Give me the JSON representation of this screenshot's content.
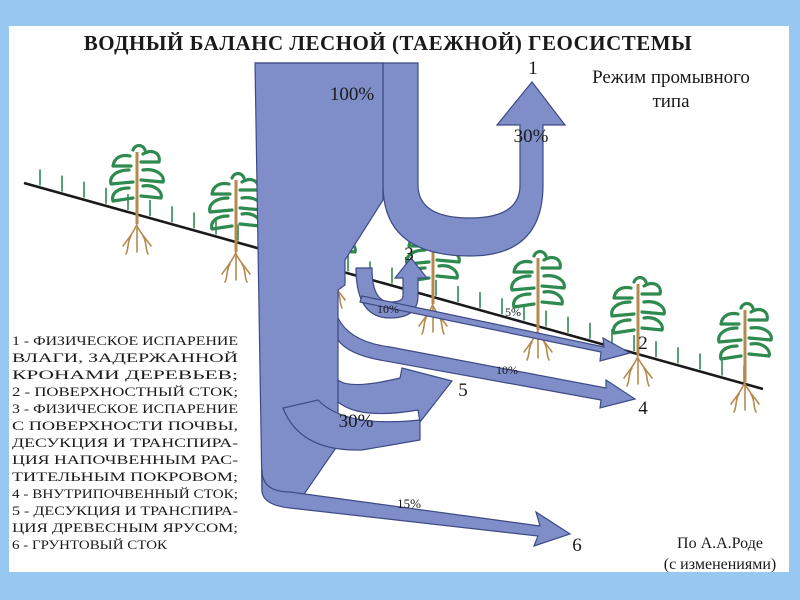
{
  "title": "ВОДНЫЙ БАЛАНС ЛЕСНОЙ (ТАЕЖНОЙ) ГЕОСИСТЕМЫ",
  "regime": [
    "Режим промывного",
    "типа"
  ],
  "flow_labels": {
    "input": "100%",
    "evap_crown": "30%",
    "evap_soil": "10%",
    "surface": "5%",
    "subsoil": "10%",
    "transpiration": "30%",
    "groundwater": "15%"
  },
  "flow_numbers": {
    "n1": "1",
    "n2": "2",
    "n3": "3",
    "n4": "4",
    "n5": "5",
    "n6": "6"
  },
  "legend": [
    "1 - ФИЗИЧЕСКОЕ ИСПАРЕНИЕ",
    "ВЛАГИ, ЗАДЕРЖАННОЙ",
    "КРОНАМИ ДЕРЕВЬЕВ;",
    "2 - ПОВЕРХНОСТНЫЙ СТОК;",
    "3 - ФИЗИЧЕСКОЕ ИСПАРЕНИЕ",
    "С ПОВЕРХНОСТИ ПОЧВЫ,",
    "ДЕСУКЦИЯ И ТРАНСПИРА-",
    "ЦИЯ НАПОЧВЕННЫМ РАС-",
    "ТИТЕЛЬНЫМ ПОКРОВОМ;",
    "4 - ВНУТРИПОЧВЕННЫЙ СТОК;",
    "5 - ДЕСУКЦИЯ И ТРАНСПИРА-",
    "ЦИЯ ДРЕВЕСНЫМ ЯРУСОМ;",
    "6 - ГРУНТОВЫЙ СТОК"
  ],
  "credit": [
    "По А.А.Роде",
    "(с изменениями)"
  ],
  "colors": {
    "frame": "#98c7f2",
    "flow": "#7f8ec9",
    "flow_outline": "#3d4a86",
    "tree": "#2e8a4e",
    "trunk": "#b58a4f"
  }
}
